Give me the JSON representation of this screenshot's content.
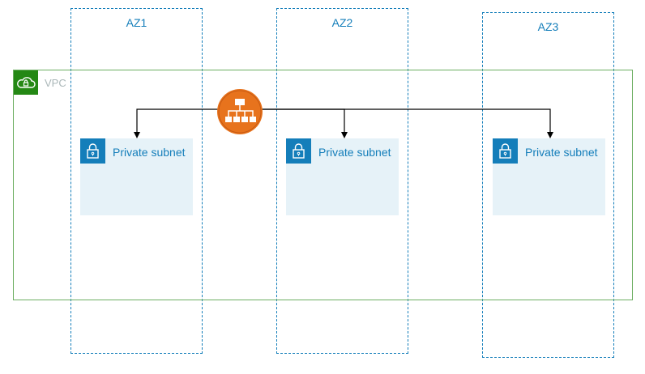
{
  "availability_zones": [
    {
      "label": "AZ1"
    },
    {
      "label": "AZ2"
    },
    {
      "label": "AZ3"
    }
  ],
  "vpc": {
    "label": "VPC",
    "border_color": "#6CAE61",
    "icon": "vpc-cloud-lock-icon",
    "icon_bg": "#248814"
  },
  "subnets": [
    {
      "label": "Private subnet"
    },
    {
      "label": "Private subnet"
    },
    {
      "label": "Private subnet"
    }
  ],
  "load_balancer": {
    "icon": "elastic-load-balancer-icon",
    "color": "#E7731D"
  },
  "colors": {
    "az_border": "#147EBA",
    "subnet_bg": "#E6F2F8",
    "subnet_text": "#147EBA",
    "vpc_text": "#AAB7B8"
  }
}
